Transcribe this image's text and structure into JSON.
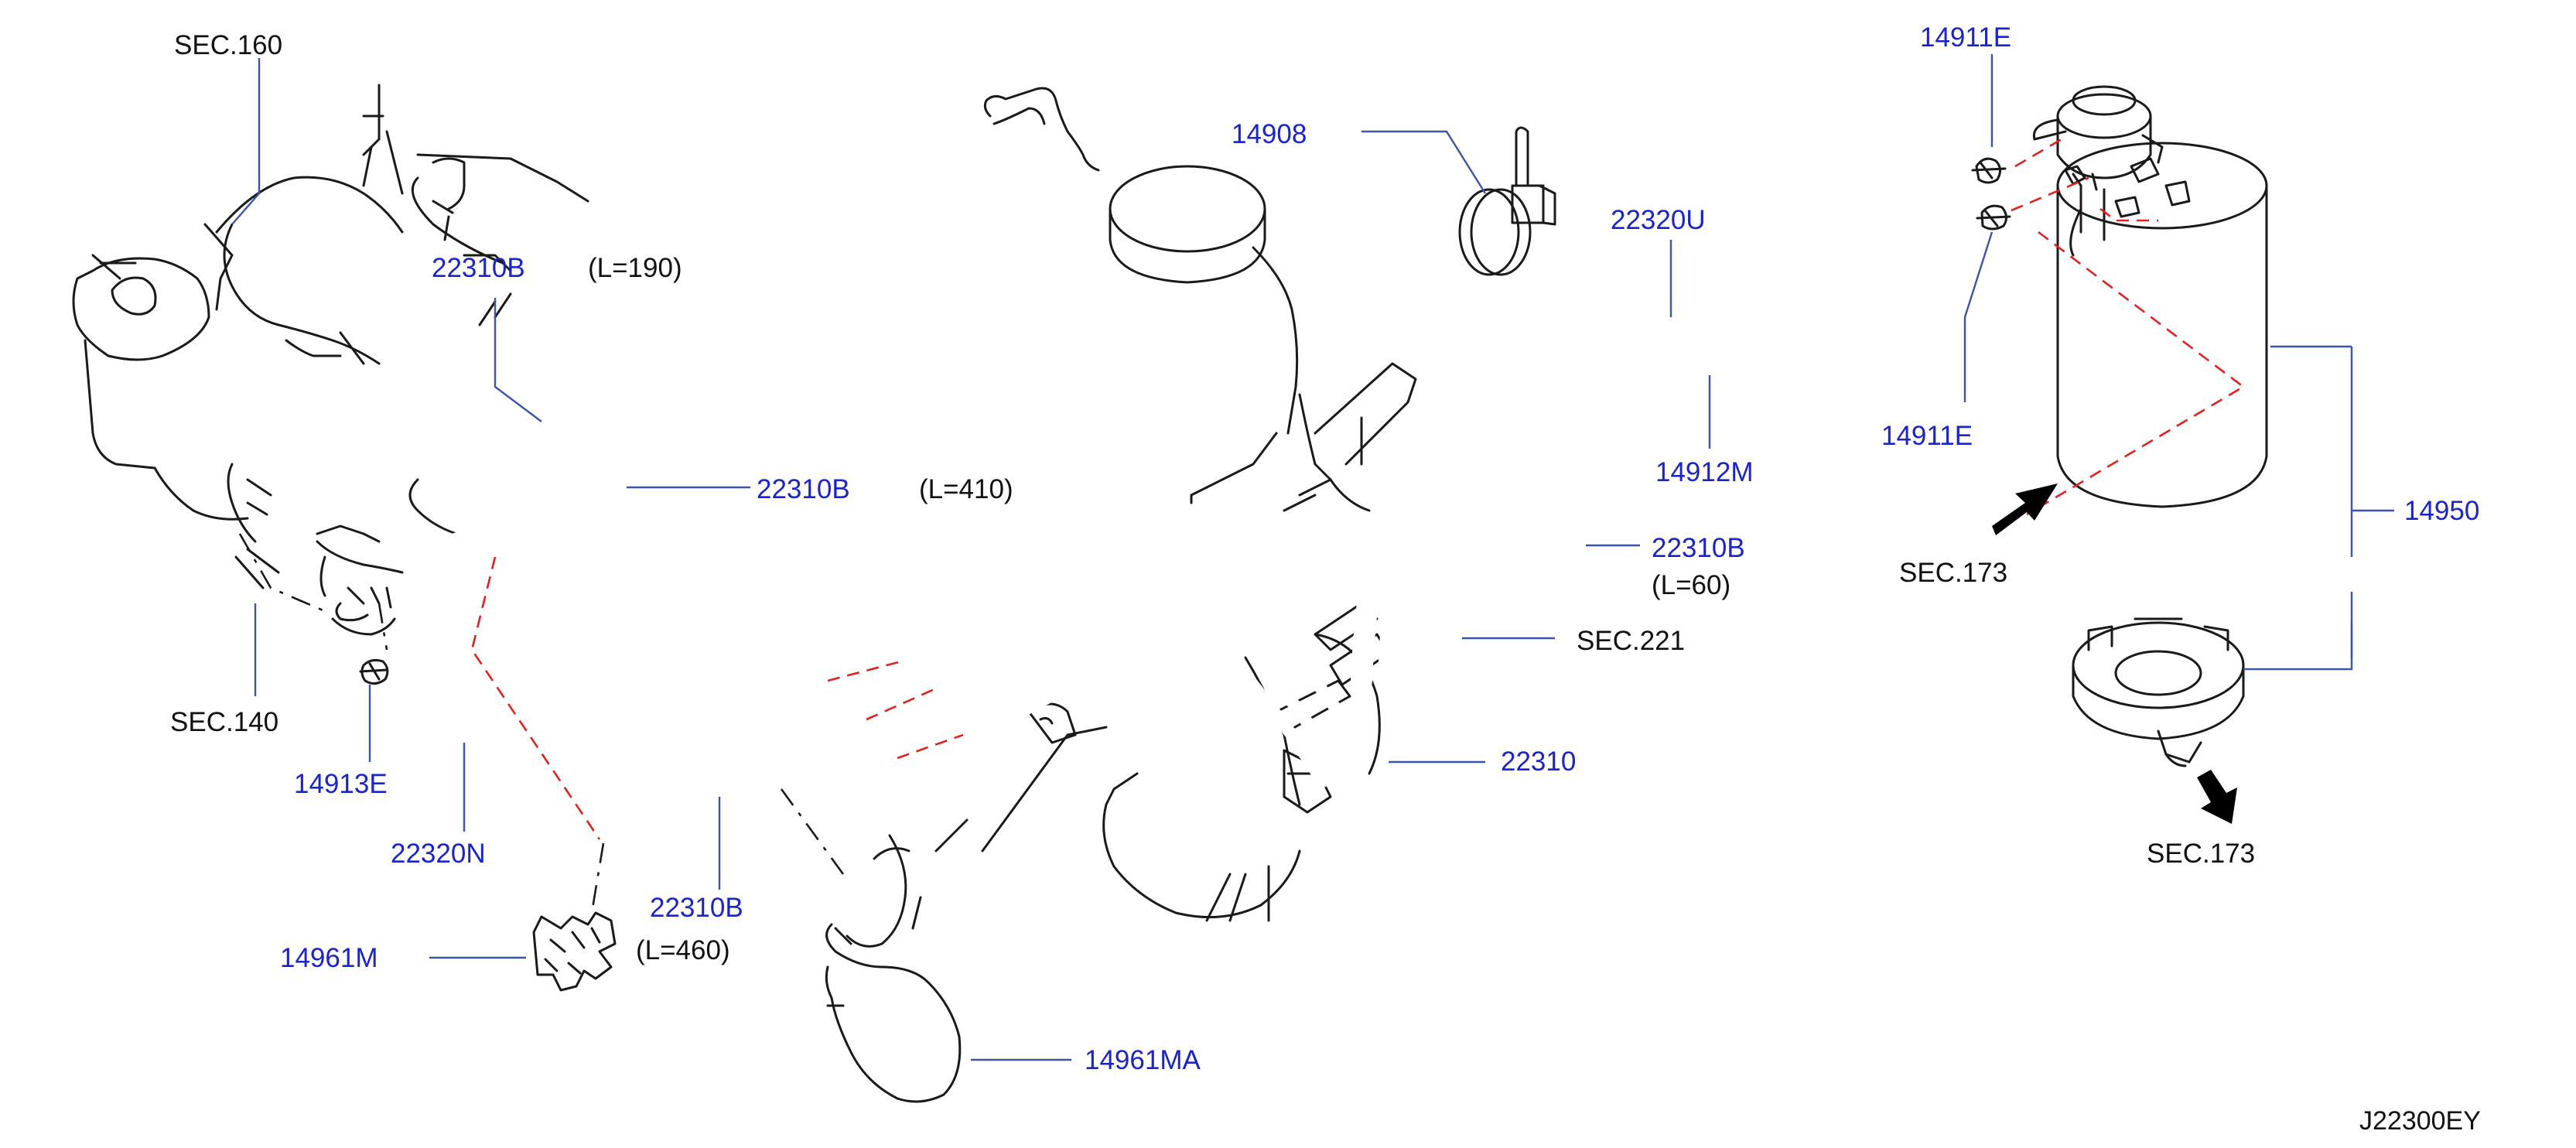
{
  "diagram": {
    "reference_code": "J22300EY",
    "labels": {
      "sec_160": "SEC.160",
      "sec_140": "SEC.140",
      "sec_221": "SEC.221",
      "sec_173_upper": "SEC.173",
      "sec_173_lower": "SEC.173",
      "p_22310b_top": "22310B",
      "l_190": "(L=190)",
      "p_22310b_mid": "22310B",
      "l_410": "(L=410)",
      "p_22310b_bottom": "22310B",
      "l_460": "(L=460)",
      "p_22310b_right": "22310B",
      "l_60": "(L=60)",
      "p_14908": "14908",
      "p_22320u": "22320U",
      "p_14912m": "14912M",
      "p_14911e_top": "14911E",
      "p_14911e_bottom": "14911E",
      "p_14950": "14950",
      "p_22310": "22310",
      "p_14913e": "14913E",
      "p_22320n": "22320N",
      "p_14961m": "14961M",
      "p_14961ma": "14961MA"
    },
    "colors": {
      "part_number": "#1a24c8",
      "section_ref": "#111111",
      "leader_line": "#3a55a8",
      "dashed_connection": "#e0221f",
      "line_art": "#1a1a1a"
    }
  }
}
